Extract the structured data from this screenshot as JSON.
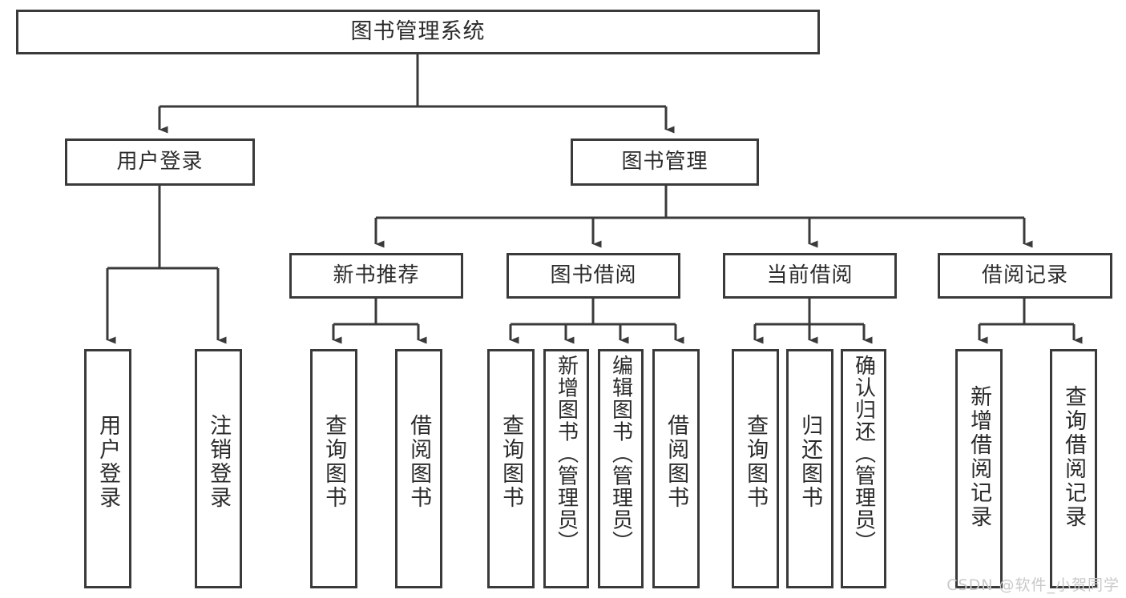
{
  "diagram": {
    "title": "图书管理系统",
    "type": "功能结构图",
    "stroke_color": "#3a3a3a",
    "fill_color": "#ffffff",
    "text_color": "#2b2b2b"
  },
  "root": {
    "label": "图书管理系统"
  },
  "level1": [
    {
      "label": "用户登录"
    },
    {
      "label": "图书管理"
    }
  ],
  "level2": [
    {
      "label": "新书推荐"
    },
    {
      "label": "图书借阅"
    },
    {
      "label": "当前借阅"
    },
    {
      "label": "借阅记录"
    }
  ],
  "leaves": [
    {
      "label": "用户登录"
    },
    {
      "label": "注销登录"
    },
    {
      "label": "查询图书"
    },
    {
      "label": "借阅图书"
    },
    {
      "label": "查询图书"
    },
    {
      "label": "新增图书（管理员）"
    },
    {
      "label": "编辑图书（管理员）"
    },
    {
      "label": "借阅图书"
    },
    {
      "label": "查询图书"
    },
    {
      "label": "归还图书"
    },
    {
      "label": "确认归还（管理员）"
    },
    {
      "label": "新增借阅记录"
    },
    {
      "label": "查询借阅记录"
    }
  ],
  "watermark": {
    "text": "CSDN @软件_小贺同学"
  }
}
